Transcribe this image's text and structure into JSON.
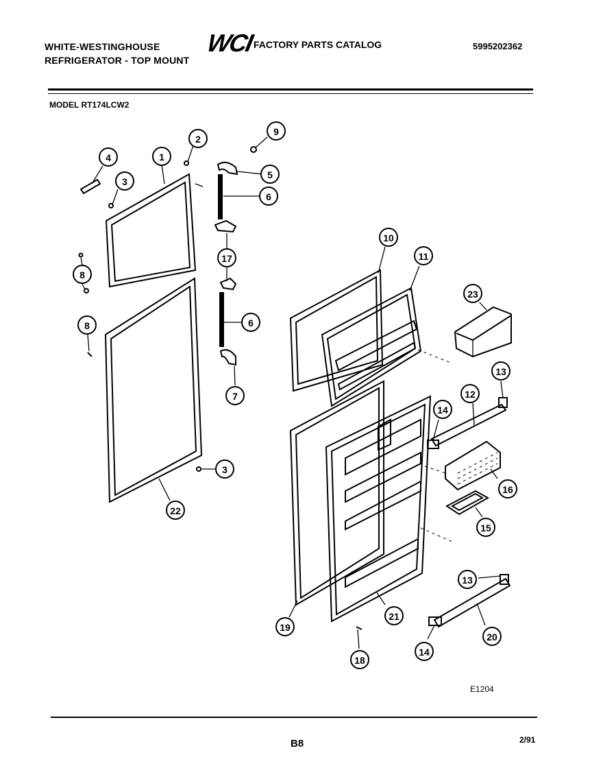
{
  "header": {
    "manufacturer": "WHITE-WESTINGHOUSE",
    "product": "REFRIGERATOR - TOP MOUNT",
    "brand_logo": "WCI",
    "catalog_title": "FACTORY PARTS CATALOG",
    "part_number": "5995202362"
  },
  "model": "MODEL RT174LCW2",
  "figure_code": "E1204",
  "footer": {
    "page": "B8",
    "date": "2/91"
  },
  "callouts": [
    {
      "id": "c1",
      "label": "1"
    },
    {
      "id": "c2",
      "label": "2"
    },
    {
      "id": "c3a",
      "label": "3"
    },
    {
      "id": "c4",
      "label": "4"
    },
    {
      "id": "c5",
      "label": "5"
    },
    {
      "id": "c6a",
      "label": "6"
    },
    {
      "id": "c17",
      "label": "17"
    },
    {
      "id": "c8a",
      "label": "8"
    },
    {
      "id": "c9",
      "label": "9"
    },
    {
      "id": "c8b",
      "label": "8"
    },
    {
      "id": "c6b",
      "label": "6"
    },
    {
      "id": "c7",
      "label": "7"
    },
    {
      "id": "c3b",
      "label": "3"
    },
    {
      "id": "c22",
      "label": "22"
    },
    {
      "id": "c10",
      "label": "10"
    },
    {
      "id": "c11",
      "label": "11"
    },
    {
      "id": "c23",
      "label": "23"
    },
    {
      "id": "c13a",
      "label": "13"
    },
    {
      "id": "c12",
      "label": "12"
    },
    {
      "id": "c14a",
      "label": "14"
    },
    {
      "id": "c16",
      "label": "16"
    },
    {
      "id": "c15",
      "label": "15"
    },
    {
      "id": "c13b",
      "label": "13"
    },
    {
      "id": "c20",
      "label": "20"
    },
    {
      "id": "c14b",
      "label": "14"
    },
    {
      "id": "c19",
      "label": "19"
    },
    {
      "id": "c21",
      "label": "21"
    },
    {
      "id": "c18",
      "label": "18"
    }
  ]
}
